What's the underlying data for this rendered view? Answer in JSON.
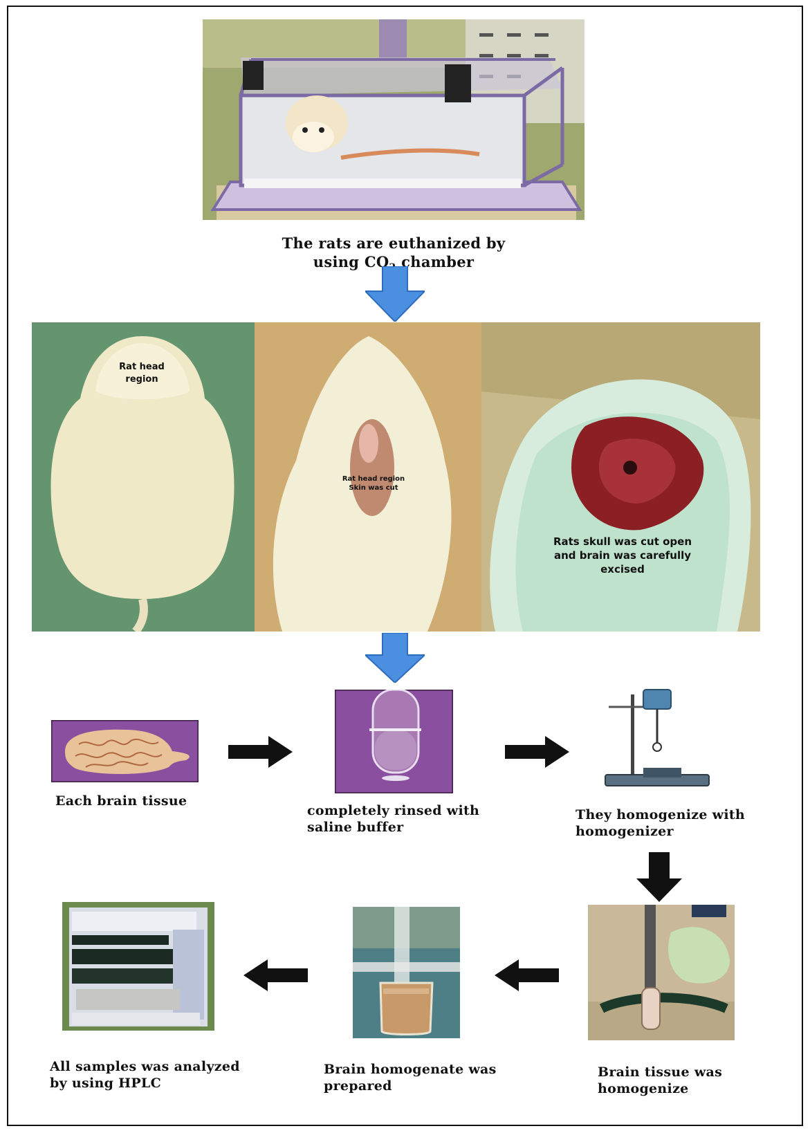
{
  "top": {
    "caption_line1": "The rats are euthanized by",
    "caption_line2_pre": "using CO",
    "caption_line2_sub": "2",
    "caption_line2_post": " chamber"
  },
  "dissection": {
    "panel1_label_line1": "Rat head",
    "panel1_label_line2": "region",
    "panel2_label_line1": "Rat head region",
    "panel2_label_line2": "Skin was cut",
    "panel3_label_line1": "Rats skull was cut open",
    "panel3_label_line2": "and brain was carefully",
    "panel3_label_line3": "excised"
  },
  "steps": {
    "brain_tissue": "Each brain tissue",
    "rinsed_line1": "completely rinsed with",
    "rinsed_line2": "saline buffer",
    "homogenize_line1": "They homogenize with",
    "homogenize_line2": "homogenizer",
    "homogenized_line1": "Brain tissue was",
    "homogenized_line2": "homogenize",
    "prepared_line1": "Brain homogenate was",
    "prepared_line2": "prepared",
    "hplc_line1": "All samples was analyzed",
    "hplc_line2": "by using HPLC"
  },
  "colors": {
    "flow_arrow_blue": "#4a8fe0",
    "step_arrow_black": "#111111",
    "panel_green": "#5f8f6a",
    "panel_tan": "#c9a56a",
    "tissue_purple": "#8a4f9e"
  }
}
